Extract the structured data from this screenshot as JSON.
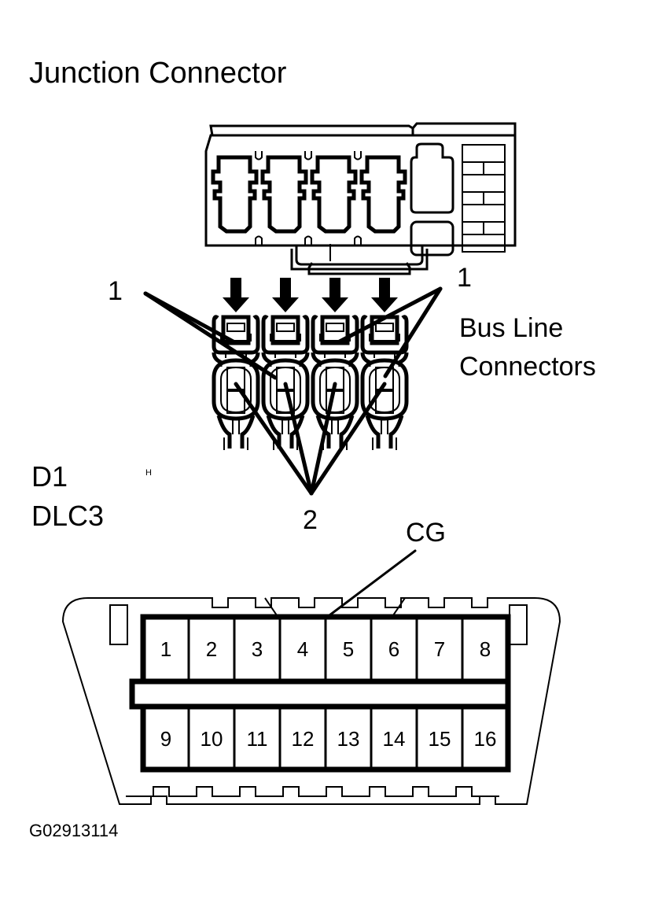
{
  "figure": {
    "title": "Junction Connector",
    "figure_id": "G02913114",
    "artifact_char": "H"
  },
  "callouts": {
    "left_one": "1",
    "right_one": "1",
    "two": "2",
    "bus_line_label_1": "Bus Line",
    "bus_line_label_2": "Connectors",
    "cg_label": "CG"
  },
  "connector": {
    "id_line_1": "D1",
    "id_line_2": "DLC3",
    "cavity_count": 4,
    "bus_connector_count": 4,
    "arrow_count": 4
  },
  "dlc3": {
    "top_row_pins": [
      "1",
      "2",
      "3",
      "4",
      "5",
      "6",
      "7",
      "8"
    ],
    "bottom_row_pins": [
      "9",
      "10",
      "11",
      "12",
      "13",
      "14",
      "15",
      "16"
    ],
    "highlighted_pin": "4",
    "highlighted_pin_label": "CG"
  },
  "colors": {
    "line": "#000000",
    "background": "#ffffff"
  }
}
